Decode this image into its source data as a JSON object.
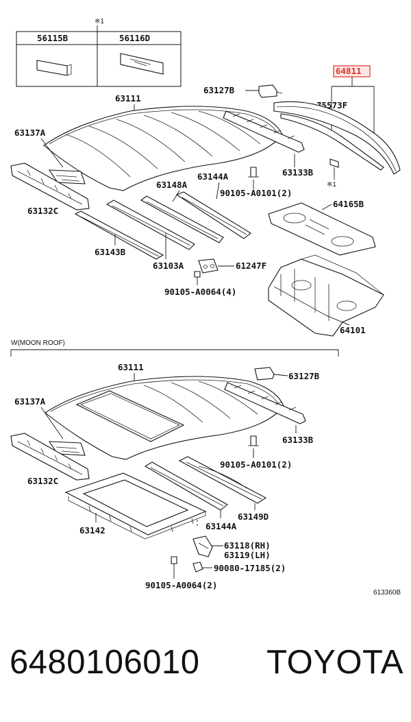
{
  "note_mark": "※1",
  "inset": {
    "col1": "56115B",
    "col2": "56116D"
  },
  "labels_top": {
    "p64811": "64811",
    "p63127B": "63127B",
    "p63111": "63111",
    "p75573F": "75573F",
    "p63137A": "63137A",
    "p63133B": "63133B",
    "note1": "※1",
    "p63148A": "63148A",
    "p63144A": "63144A",
    "p90105A0101": "90105-A0101(2)",
    "p63132C": "63132C",
    "p64165B": "64165B",
    "p63143B": "63143B",
    "p63103A": "63103A",
    "p61247F": "61247F",
    "p90105A0064": "90105-A0064(4)",
    "p64101": "64101"
  },
  "section_title": "W(MOON ROOF)",
  "labels_bottom": {
    "p63111": "63111",
    "p63127B": "63127B",
    "p63137A": "63137A",
    "p63133B": "63133B",
    "p90105A0101": "90105-A0101(2)",
    "p63132C": "63132C",
    "p63149D": "63149D",
    "p63142": "63142",
    "p63144A": "63144A",
    "p63118": "63118(RH)",
    "p63119": "63119(LH)",
    "p90080": "90080-17185(2)",
    "p90105A0064": "90105-A0064(2)"
  },
  "diagram_code": "613360B",
  "part_number": "6480106010",
  "brand": "TOYOTA",
  "highlight_color": "#d9342b"
}
